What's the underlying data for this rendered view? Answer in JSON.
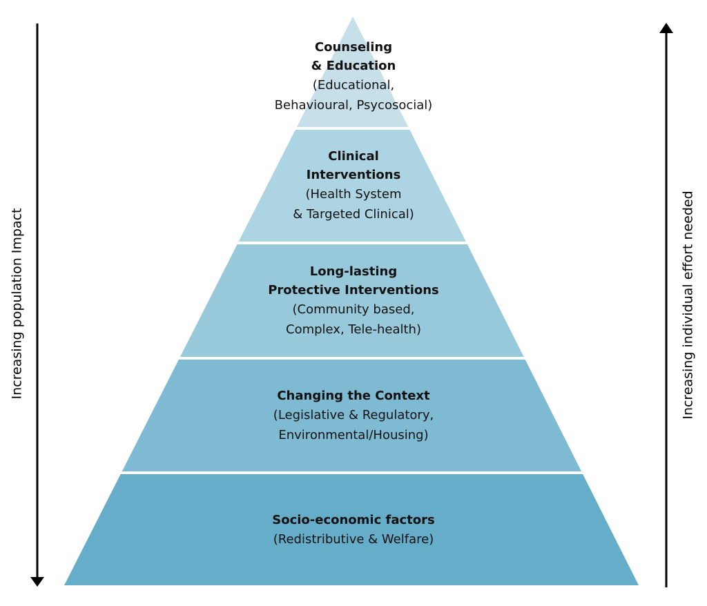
{
  "diagram": {
    "type": "pyramid",
    "levels": [
      {
        "title_lines": [
          "Counseling",
          "& Education"
        ],
        "subtitle_lines": [
          "(Educational,",
          "Behavioural, Psycosocial)"
        ],
        "color": "#c6dfe9"
      },
      {
        "title_lines": [
          "Clinical",
          "Interventions"
        ],
        "subtitle_lines": [
          "(Health System",
          "& Targeted Clinical)"
        ],
        "color": "#add4e2"
      },
      {
        "title_lines": [
          "Long-lasting",
          "Protective Interventions"
        ],
        "subtitle_lines": [
          "(Community based,",
          "Complex, Tele-health)"
        ],
        "color": "#97c9db"
      },
      {
        "title_lines": [
          "Changing the Context"
        ],
        "subtitle_lines": [
          "(Legislative & Regulatory,",
          "Environmental/Housing)"
        ],
        "color": "#7fbad3"
      },
      {
        "title_lines": [
          "Socio-economic factors"
        ],
        "subtitle_lines": [
          "(Redistributive & Welfare)"
        ],
        "color": "#66adc9"
      }
    ],
    "left_axis": {
      "label": "Increasing population Impact",
      "direction": "down"
    },
    "right_axis": {
      "label": "Increasing individual effort needed",
      "direction": "up"
    }
  }
}
